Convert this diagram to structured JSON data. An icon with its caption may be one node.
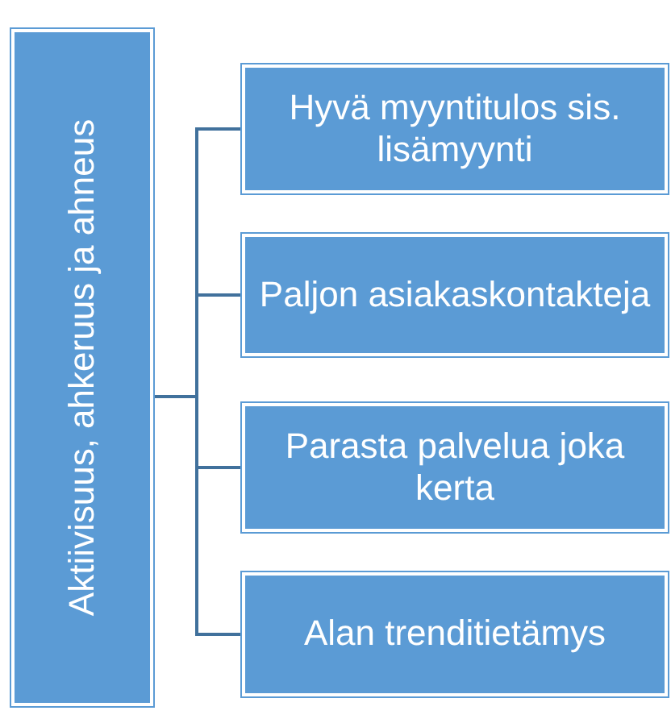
{
  "diagram": {
    "nodes": [
      {
        "text": [
          "Aktiivisuus, ahkeruus ja ahneus"
        ]
      },
      {
        "text": [
          "Hyvä myyntitulos sis. lisämyynti"
        ]
      },
      {
        "text": [
          "Paljon asiakaskontakteja"
        ]
      },
      {
        "text": [
          "Parasta palvelua joka kerta"
        ]
      },
      {
        "text": [
          "Alan trenditietämys"
        ]
      }
    ],
    "edges": [
      {
        "from": 0,
        "to": 1,
        "arrow": "none"
      },
      {
        "from": 0,
        "to": 2,
        "arrow": "none"
      },
      {
        "from": 0,
        "to": 3,
        "arrow": "none"
      },
      {
        "from": 0,
        "to": 4,
        "arrow": "none"
      }
    ]
  }
}
